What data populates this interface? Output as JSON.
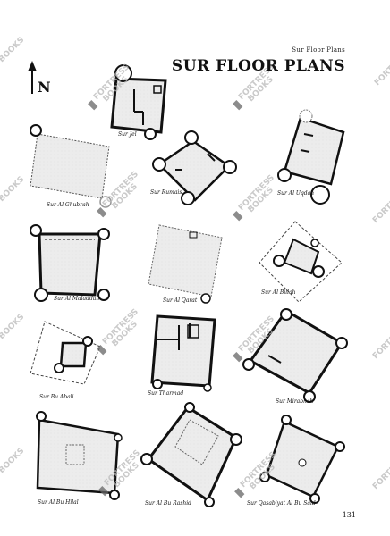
{
  "header": {
    "subtitle": "Sur Floor Plans",
    "title": "SUR FLOOR PLANS"
  },
  "north_marker": "N",
  "watermark": {
    "line1": "FORTRESS",
    "line2": "BOOKS"
  },
  "plans": [
    {
      "label": "Sur Jel"
    },
    {
      "label": "Sur Al Ghubrah"
    },
    {
      "label": "Sur Rumais"
    },
    {
      "label": "Sur Al Uqdah"
    },
    {
      "label": "Sur Al Maladdah"
    },
    {
      "label": "Sur Al Qarat"
    },
    {
      "label": "Sur Al Billah"
    },
    {
      "label": "Sur Bu Abali"
    },
    {
      "label": "Sur Tharmad"
    },
    {
      "label": "Sur Mirabhah"
    },
    {
      "label": "Sur Al Bu Hilal"
    },
    {
      "label": "Sur Al Bu Rashid"
    },
    {
      "label": "Sur Qasabiyat Al Bu Said"
    }
  ],
  "page_number": "131"
}
